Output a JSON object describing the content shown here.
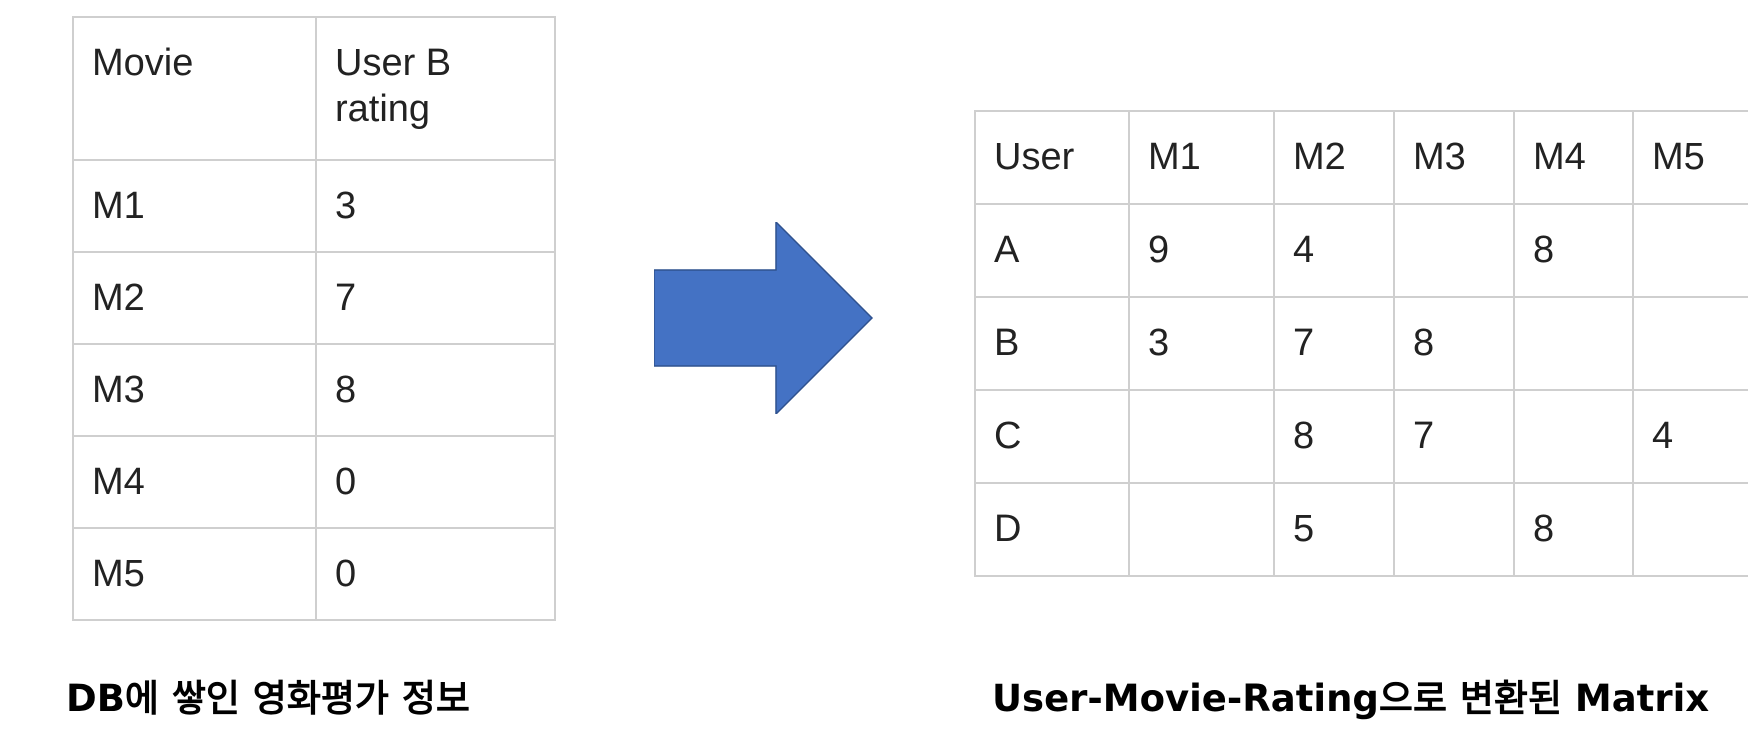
{
  "db_table": {
    "headers": [
      "Movie",
      "User B rating"
    ],
    "rows": [
      [
        "M1",
        "3"
      ],
      [
        "M2",
        "7"
      ],
      [
        "M3",
        "8"
      ],
      [
        "M4",
        "0"
      ],
      [
        "M5",
        "0"
      ]
    ]
  },
  "matrix_table": {
    "headers": [
      "User",
      "M1",
      "M2",
      "M3",
      "M4",
      "M5"
    ],
    "rows": [
      [
        "A",
        "9",
        "4",
        "",
        "8",
        ""
      ],
      [
        "B",
        "3",
        "7",
        "8",
        "",
        ""
      ],
      [
        "C",
        "",
        "8",
        "7",
        "",
        "4"
      ],
      [
        "D",
        "",
        "5",
        "",
        "8",
        ""
      ]
    ]
  },
  "captions": {
    "left": "DB에 쌓인 영화평가 정보",
    "right": "User-Movie-Rating으로 변환된 Matrix"
  },
  "arrow": {
    "icon": "right-arrow-icon",
    "fill": "#4472C4",
    "stroke": "#2F528F"
  }
}
